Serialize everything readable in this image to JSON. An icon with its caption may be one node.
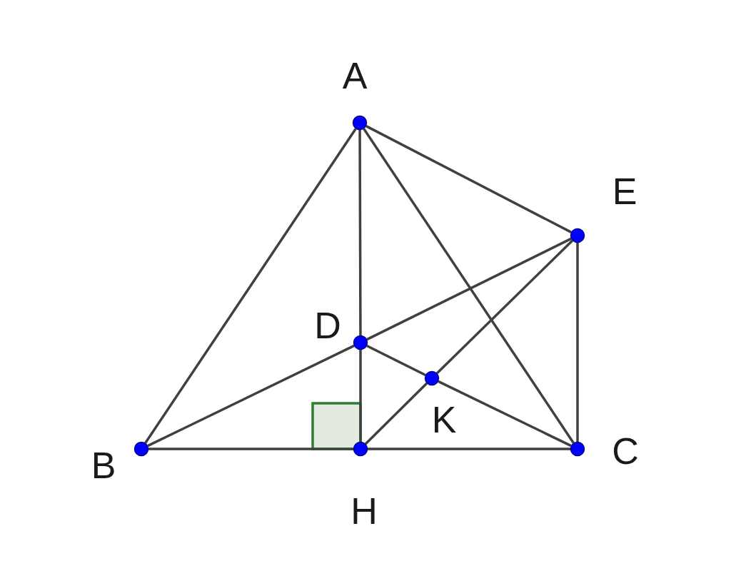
{
  "diagram": {
    "nodes": [
      {
        "text": [
          "A"
        ]
      },
      {
        "text": [
          "E"
        ]
      },
      {
        "text": [
          "D"
        ]
      },
      {
        "text": [
          "K"
        ]
      },
      {
        "text": [
          "B"
        ]
      },
      {
        "text": [
          "H"
        ]
      },
      {
        "text": [
          "C"
        ]
      }
    ],
    "edges": [
      {
        "from": 0,
        "to": 4,
        "arrow": "none"
      },
      {
        "from": 0,
        "to": 2,
        "arrow": "none"
      },
      {
        "from": 2,
        "to": 5,
        "arrow": "none"
      },
      {
        "from": 0,
        "to": 6,
        "arrow": "none"
      },
      {
        "from": 0,
        "to": 1,
        "arrow": "none"
      },
      {
        "from": 1,
        "to": 6,
        "arrow": "none"
      },
      {
        "from": 4,
        "to": 5,
        "arrow": "none"
      },
      {
        "from": 5,
        "to": 6,
        "arrow": "none"
      },
      {
        "from": 4,
        "to": 2,
        "arrow": "none"
      },
      {
        "from": 2,
        "to": 1,
        "arrow": "none"
      },
      {
        "from": 5,
        "to": 3,
        "arrow": "none"
      },
      {
        "from": 3,
        "to": 1,
        "arrow": "none"
      },
      {
        "from": 2,
        "to": 3,
        "arrow": "none"
      },
      {
        "from": 3,
        "to": 6,
        "arrow": "none"
      }
    ]
  }
}
